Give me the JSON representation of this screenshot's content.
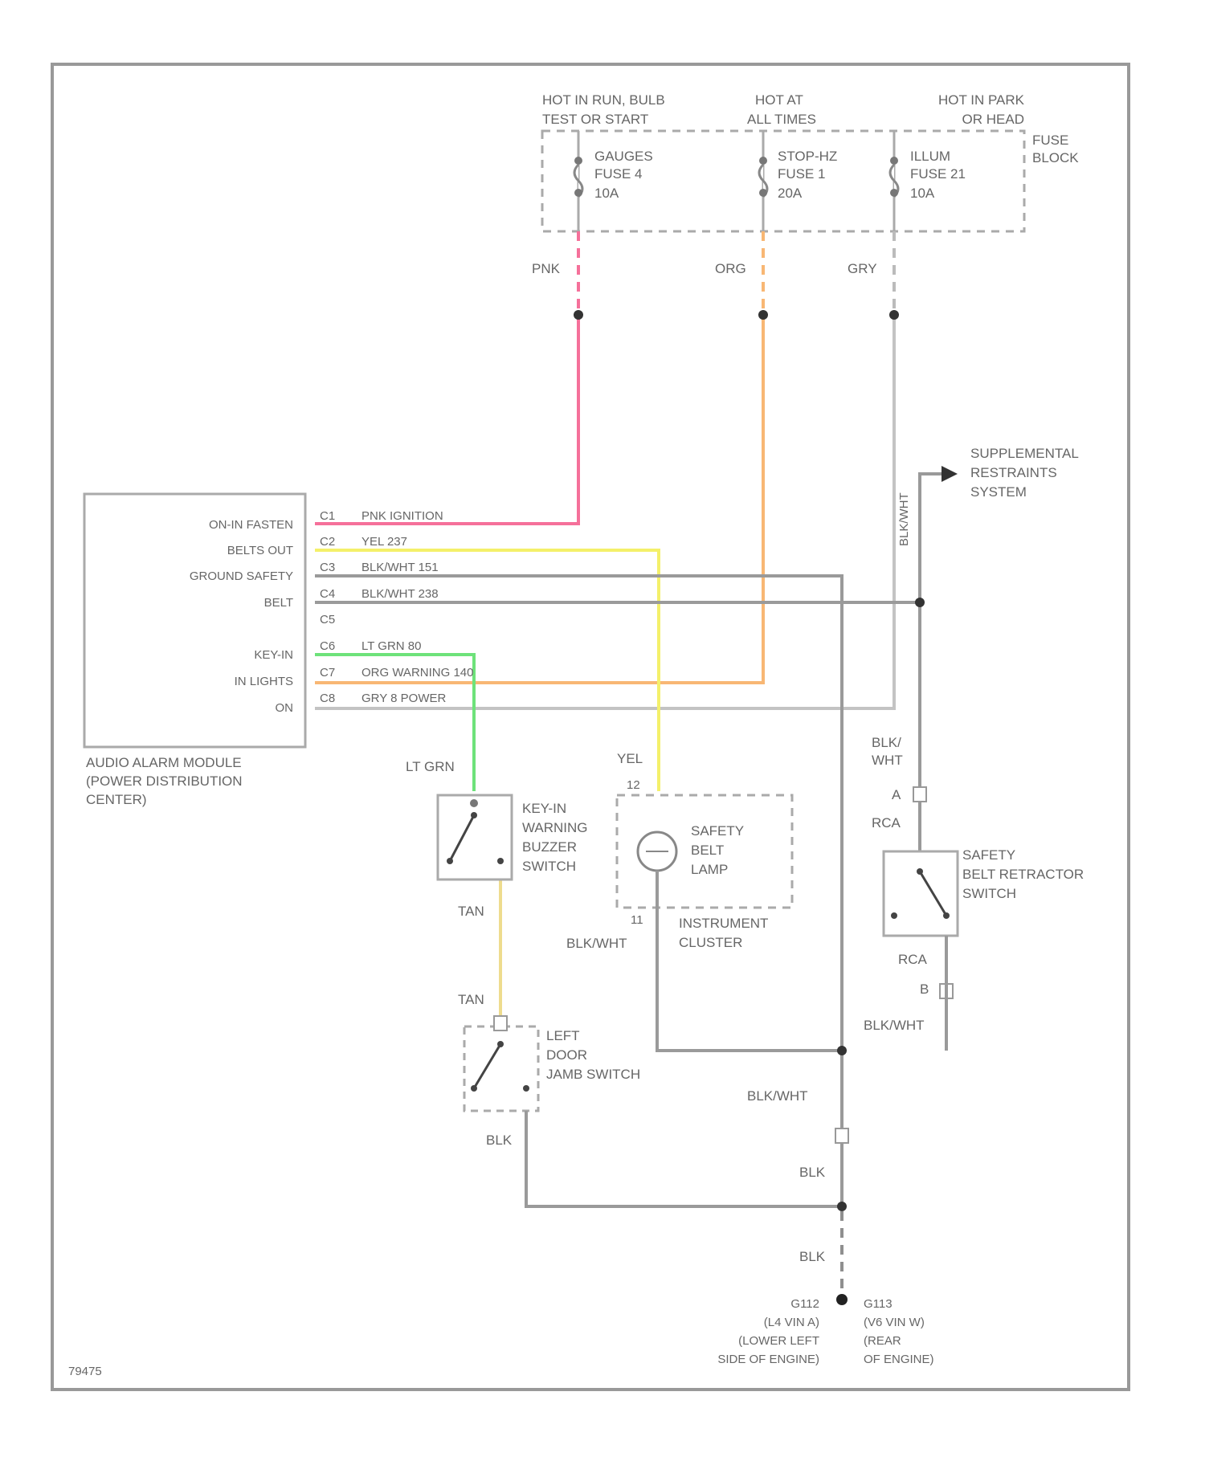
{
  "diagram_id": "79475",
  "fuse_block": {
    "label": [
      "FUSE",
      "BLOCK"
    ],
    "headers": [
      [
        "HOT IN RUN, BULB",
        "TEST OR START"
      ],
      [
        "HOT AT",
        "ALL TIMES"
      ],
      [
        "HOT IN PARK",
        "OR HEAD"
      ]
    ],
    "fuses": [
      [
        "GAUGES",
        "FUSE 4",
        "10A"
      ],
      [
        "STOP-HZ",
        "FUSE 1",
        "20A"
      ],
      [
        "ILLUM",
        "FUSE 21",
        "10A"
      ]
    ],
    "wire_colors": [
      "PNK",
      "ORG",
      "GRY"
    ]
  },
  "module": {
    "title": [
      "AUDIO ALARM MODULE",
      "(POWER DISTRIBUTION",
      "CENTER)"
    ],
    "pins": [
      {
        "label": "ON-IN FASTEN",
        "pin": "C1",
        "wire": "PNK IGNITION"
      },
      {
        "label": "BELTS OUT",
        "pin": "C2",
        "wire": "YEL  237"
      },
      {
        "label": "GROUND SAFETY",
        "pin": "C3",
        "wire": "BLK/WHT  151"
      },
      {
        "label": "BELT",
        "pin": "C4",
        "wire": "BLK/WHT  238"
      },
      {
        "label": "",
        "pin": "C5",
        "wire": ""
      },
      {
        "label": "KEY-IN",
        "pin": "C6",
        "wire": "LT GRN  80"
      },
      {
        "label": "IN LIGHTS",
        "pin": "C7",
        "wire": "ORG  WARNING 140"
      },
      {
        "label": "ON",
        "pin": "C8",
        "wire": "GRY  8 POWER"
      }
    ]
  },
  "srs": [
    "SUPPLEMENTAL",
    "RESTRAINTS",
    "SYSTEM"
  ],
  "srs_wire": "BLK/WHT",
  "key_switch": [
    "KEY-IN",
    "WARNING",
    "BUZZER",
    "SWITCH"
  ],
  "lamp": [
    "SAFETY",
    "BELT",
    "LAMP"
  ],
  "cluster": [
    "INSTRUMENT",
    "CLUSTER"
  ],
  "retractor": [
    "SAFETY",
    "BELT RETRACTOR",
    "SWITCH"
  ],
  "door_switch": [
    "LEFT",
    "DOOR",
    "JAMB SWITCH"
  ],
  "wire_labels": {
    "lt_grn": "LT GRN",
    "yel": "YEL",
    "pin12": "12",
    "pin11": "11",
    "tan1": "TAN",
    "tan2": "TAN",
    "blk_wht_cluster": "BLK/WHT",
    "blk_wht_ret_top": [
      "BLK/",
      "WHT"
    ],
    "pin_a": "A",
    "rca1": "RCA",
    "rca2": "RCA",
    "pin_b": "B",
    "blk_wht_ret_bot": "BLK/WHT",
    "blk_wht_mid": "BLK/WHT",
    "blk_door": "BLK",
    "blk1": "BLK",
    "blk2": "BLK"
  },
  "grounds": {
    "left": [
      "G112",
      "(L4 VIN A)",
      "(LOWER LEFT",
      "SIDE OF ENGINE)"
    ],
    "right": [
      "G113",
      "(V6 VIN W)",
      "(REAR",
      "OF ENGINE)"
    ]
  },
  "colors": {
    "pink": "#f5709a",
    "yellow": "#f4f06a",
    "green": "#6ee27a",
    "orange": "#f8b774",
    "tan": "#eedc8e",
    "gray": "#8f8f8f",
    "frame": "#999999"
  }
}
